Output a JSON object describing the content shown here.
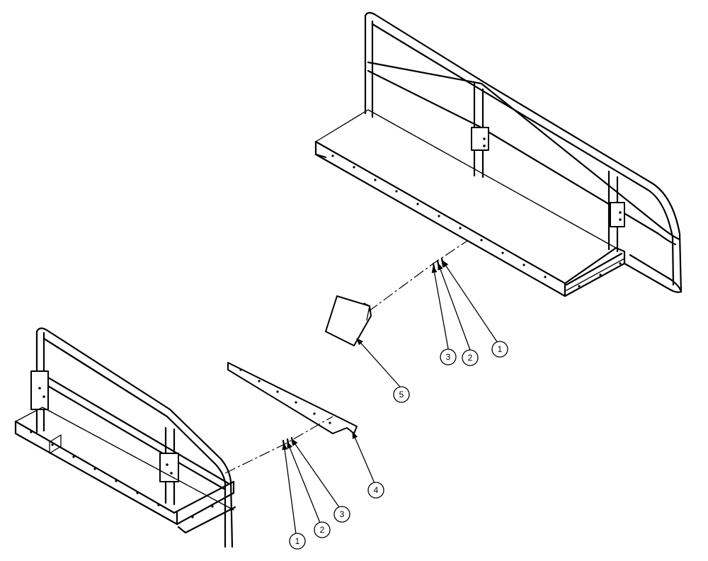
{
  "balloons": [
    {
      "label": "1"
    },
    {
      "label": "2"
    },
    {
      "label": "3"
    },
    {
      "label": "5"
    },
    {
      "label": "1"
    },
    {
      "label": "2"
    },
    {
      "label": "3"
    },
    {
      "label": "4"
    }
  ],
  "colors": {
    "line": "#000000",
    "background": "#ffffff"
  }
}
